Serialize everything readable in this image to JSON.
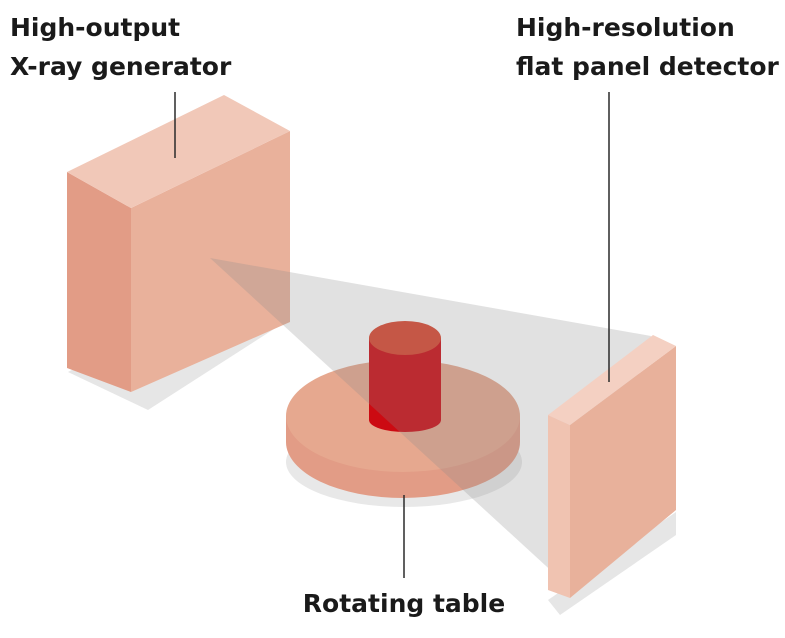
{
  "labels": {
    "generator": {
      "line1": "High-output",
      "line2": "X-ray generator"
    },
    "detector": {
      "line1": "High-resolution",
      "line2": "flat panel detector"
    },
    "table": "Rotating table"
  },
  "colors": {
    "generator_front": "#e9b19b",
    "generator_side": "#e29c86",
    "generator_top": "#f1c8b8",
    "detector_front": "#e8b19b",
    "detector_side": "#f0c3b1",
    "table_top": "#e6a88f",
    "table_edge": "#e29c86",
    "object_body": "#cc0a12",
    "object_top": "#d9452e",
    "beam": "#8a8a8a",
    "ground_shadow": "#e6e6e6",
    "label_text": "#1a1a1a"
  }
}
